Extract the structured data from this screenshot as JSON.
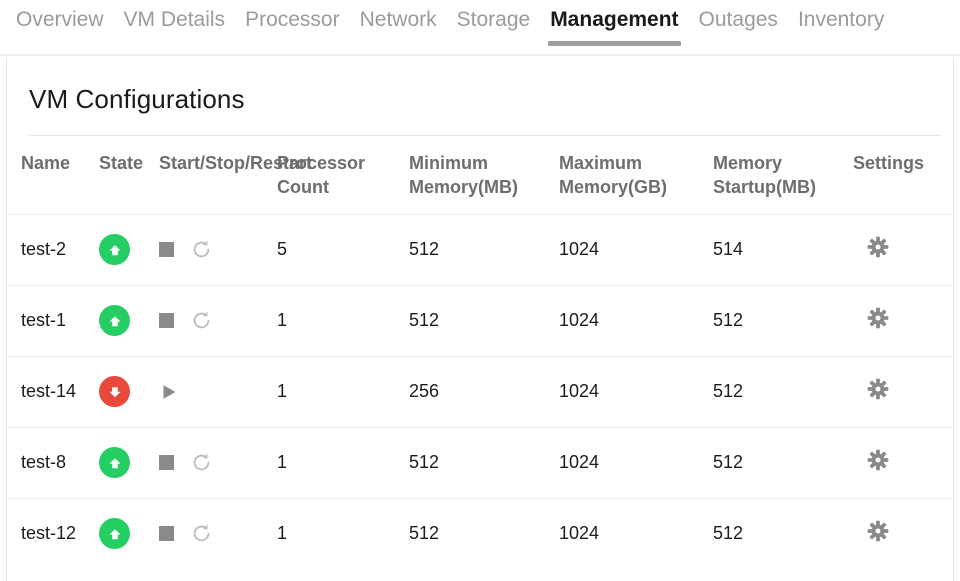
{
  "tabs": [
    {
      "label": "Overview",
      "active": false
    },
    {
      "label": "VM Details",
      "active": false
    },
    {
      "label": "Processor",
      "active": false
    },
    {
      "label": "Network",
      "active": false
    },
    {
      "label": "Storage",
      "active": false
    },
    {
      "label": "Management",
      "active": true
    },
    {
      "label": "Outages",
      "active": false
    },
    {
      "label": "Inventory",
      "active": false
    }
  ],
  "panel": {
    "title": "VM Configurations"
  },
  "table": {
    "columns": [
      {
        "key": "name",
        "label": "Name"
      },
      {
        "key": "state",
        "label": "State"
      },
      {
        "key": "actions",
        "label": "Start/Stop/Restart"
      },
      {
        "key": "proc",
        "label": "Processor Count"
      },
      {
        "key": "minmem",
        "label": "Minimum Memory(MB)"
      },
      {
        "key": "maxmem",
        "label": "Maximum Memory(GB)"
      },
      {
        "key": "startmem",
        "label": "Memory Startup(MB)"
      },
      {
        "key": "settings",
        "label": "Settings"
      }
    ],
    "rows": [
      {
        "name": "test-2",
        "state": "running",
        "state_icon": "arrow-up-circle-green-icon",
        "actions": [
          "stop-icon",
          "restart-icon"
        ],
        "processor_count": "5",
        "minimum_memory_mb": "512",
        "maximum_memory_gb": "1024",
        "memory_startup_mb": "514",
        "settings_icon": "gear-icon"
      },
      {
        "name": "test-1",
        "state": "running",
        "state_icon": "arrow-up-circle-green-icon",
        "actions": [
          "stop-icon",
          "restart-icon"
        ],
        "processor_count": "1",
        "minimum_memory_mb": "512",
        "maximum_memory_gb": "1024",
        "memory_startup_mb": "512",
        "settings_icon": "gear-icon"
      },
      {
        "name": "test-14",
        "state": "stopped",
        "state_icon": "arrow-down-circle-red-icon",
        "actions": [
          "play-icon"
        ],
        "processor_count": "1",
        "minimum_memory_mb": "256",
        "maximum_memory_gb": "1024",
        "memory_startup_mb": "512",
        "settings_icon": "gear-icon"
      },
      {
        "name": "test-8",
        "state": "running",
        "state_icon": "arrow-up-circle-green-icon",
        "actions": [
          "stop-icon",
          "restart-icon"
        ],
        "processor_count": "1",
        "minimum_memory_mb": "512",
        "maximum_memory_gb": "1024",
        "memory_startup_mb": "512",
        "settings_icon": "gear-icon"
      },
      {
        "name": "test-12",
        "state": "running",
        "state_icon": "arrow-up-circle-green-icon",
        "actions": [
          "stop-icon",
          "restart-icon"
        ],
        "processor_count": "1",
        "minimum_memory_mb": "512",
        "maximum_memory_gb": "1024",
        "memory_startup_mb": "512",
        "settings_icon": "gear-icon"
      }
    ]
  },
  "colors": {
    "running_badge": "#25ce62",
    "stopped_badge": "#e8493a",
    "header_text": "#6e6e6e",
    "tab_inactive": "#9b9b9b",
    "tab_active": "#1a1a1a",
    "active_underline": "#9e9e9e",
    "row_divider": "#ededed",
    "stop_square": "#8a8a8a",
    "restart_arrow": "#bcbcbc",
    "play_triangle": "#8a8a8a",
    "gear": "#8a8a8a"
  }
}
